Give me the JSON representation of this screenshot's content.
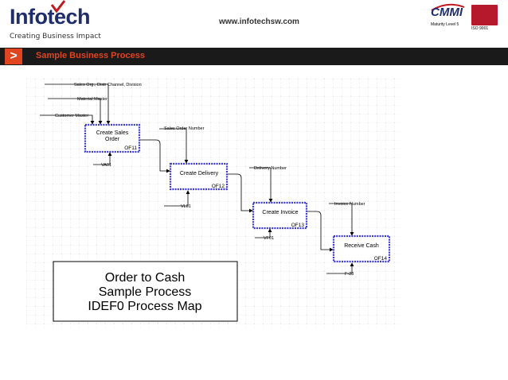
{
  "header": {
    "logo": "Infotech",
    "tagline": "Creating Business Impact",
    "website": "www.infotechsw.com",
    "cmmi_logo": "CMMI",
    "cmmi_subtitle": "Maturity Level 5",
    "cert_badge": "ISO 9001",
    "accent_color": "#e0451f",
    "logo_color": "#1f2d6b"
  },
  "title_bar": {
    "chevron": ">",
    "title": "Sample Business Process"
  },
  "diagram": {
    "boxes": [
      {
        "label_lines": [
          "Create Sales",
          "Order"
        ],
        "code": "OF11"
      },
      {
        "label_lines": [
          "Create Delivery"
        ],
        "code": "OF12"
      },
      {
        "label_lines": [
          "Create Invoice"
        ],
        "code": "OF13"
      },
      {
        "label_lines": [
          "Receive Cash"
        ],
        "code": "OF14"
      }
    ],
    "inputs": [
      "Sales Org., Distr Channel, Division",
      "Material Master",
      "Customer Master",
      "Sales Order Number",
      "Delivery Number",
      "Invoice Number"
    ],
    "mechanisms": [
      "VA01",
      "VL01",
      "VF01",
      "F-28"
    ],
    "caption_lines": [
      "Order to Cash",
      "Sample Process",
      "IDEF0 Process Map"
    ],
    "box_border_color": "#3a3ad0",
    "grid_color": "#c8c8c8"
  }
}
